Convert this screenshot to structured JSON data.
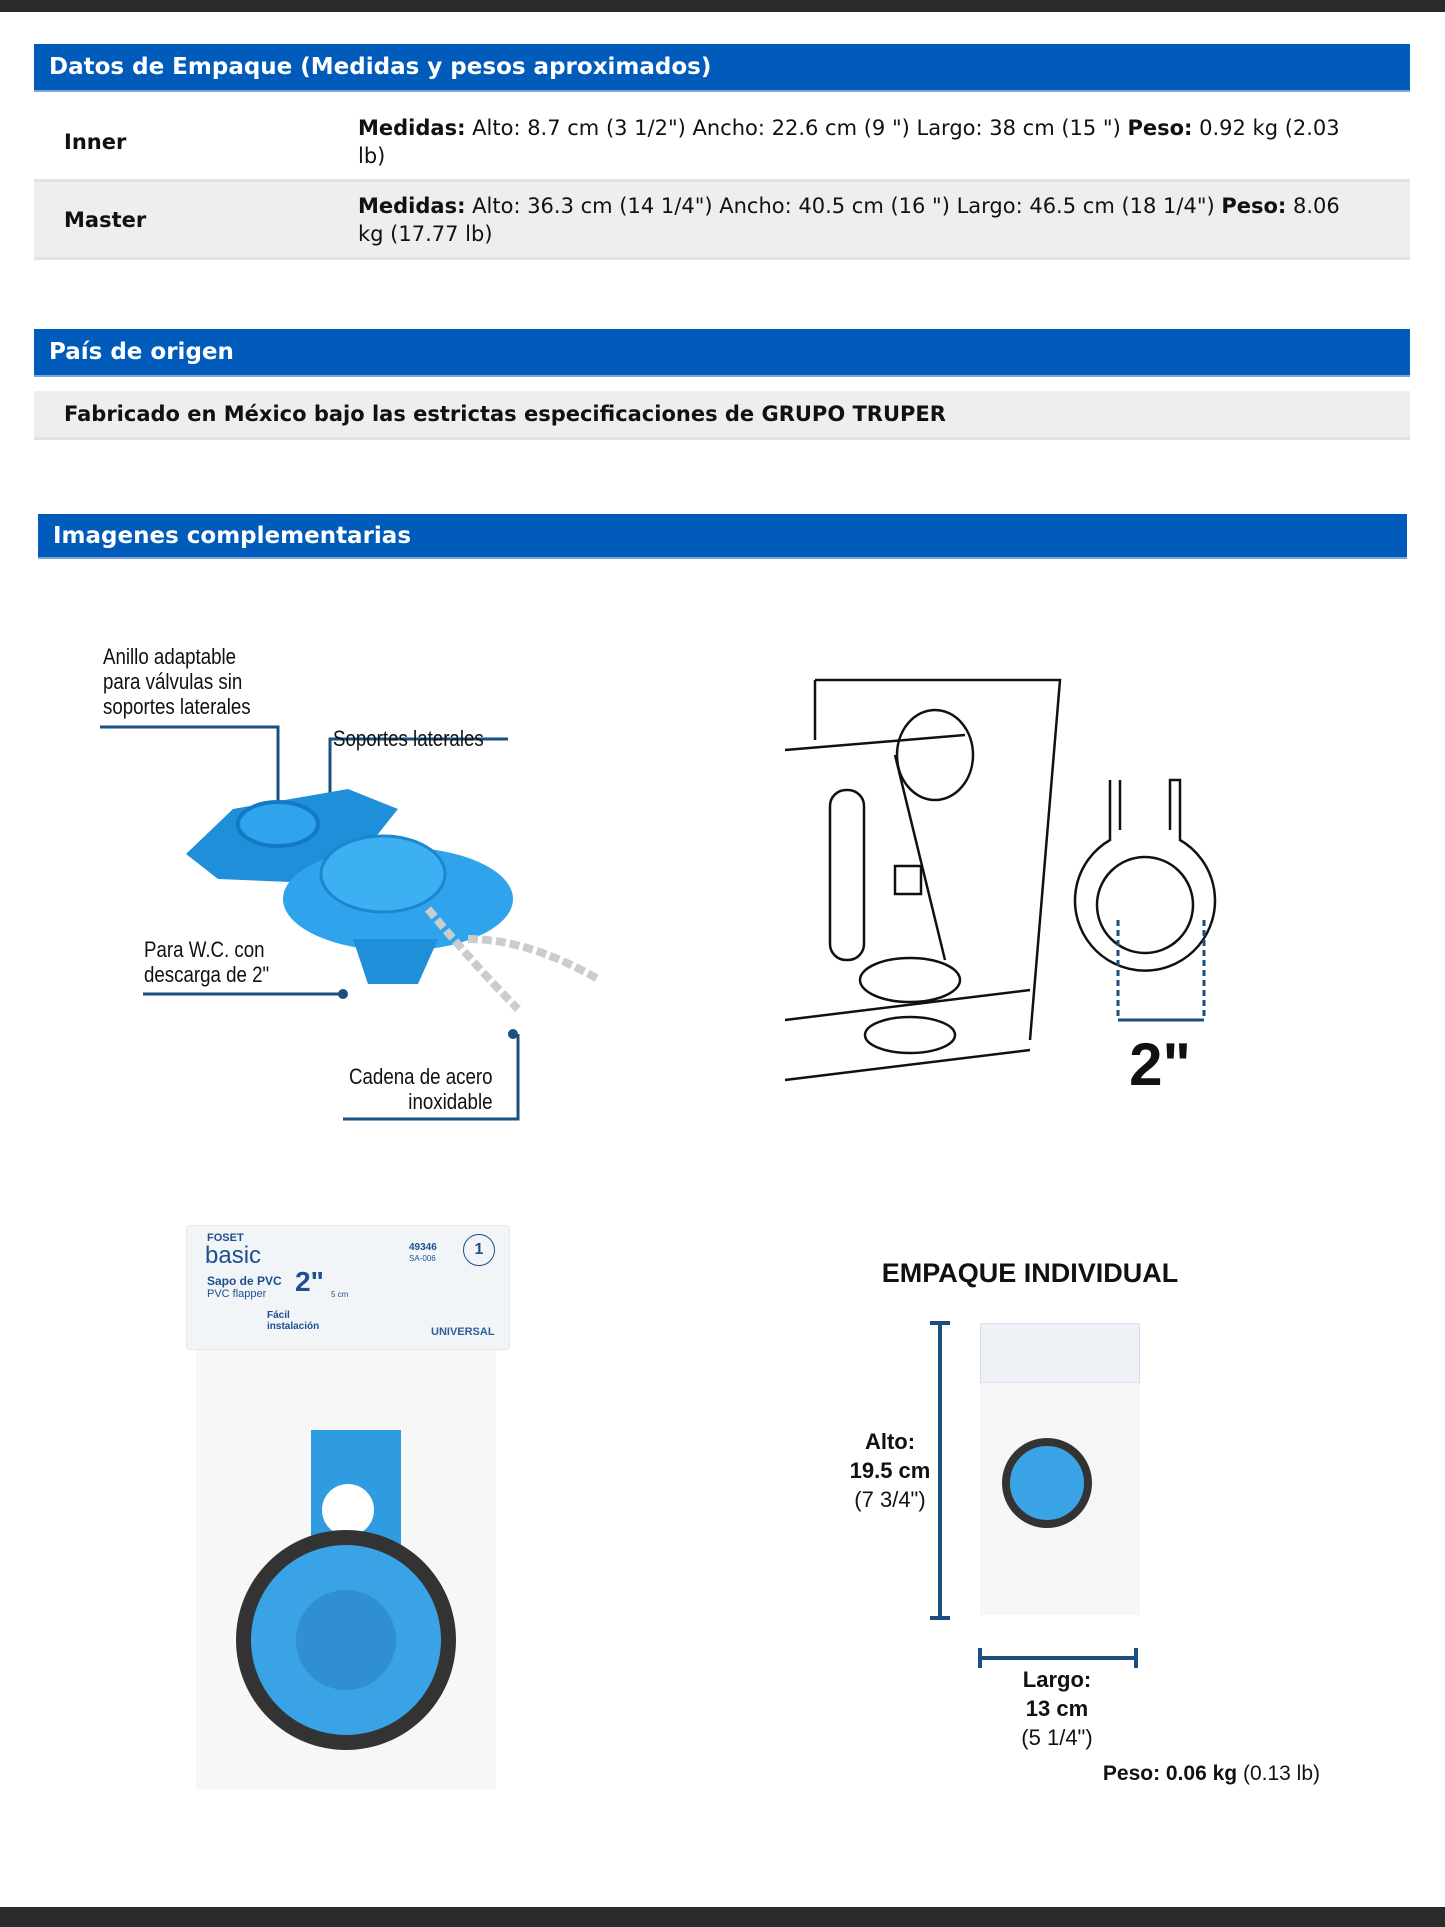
{
  "packaging": {
    "title": "Datos de Empaque (Medidas y pesos aproximados)",
    "rows": [
      {
        "name": "Inner",
        "medidas_label": "Medidas:",
        "medidas": " Alto: 8.7 cm (3 1/2\") Ancho: 22.6 cm (9 \") Largo: 38 cm (15 \") ",
        "peso_label": "Peso:",
        "peso": " 0.92 kg (2.03 lb)"
      },
      {
        "name": "Master",
        "medidas_label": "Medidas:",
        "medidas": " Alto: 36.3 cm (14 1/4\") Ancho: 40.5 cm (16 \") Largo: 46.5 cm (18 1/4\") ",
        "peso_label": "Peso:",
        "peso": " 8.06 kg (17.77 lb)"
      }
    ]
  },
  "origin": {
    "title": "País de origen",
    "text": "Fabricado en México bajo las estrictas especificaciones de GRUPO TRUPER"
  },
  "images": {
    "title": "Imagenes complementarias",
    "flapper": {
      "label_ring": "Anillo adaptable para válvulas sin soportes laterales",
      "label_supports": "Soportes laterales",
      "label_wc": "Para W.C. con descarga de 2\"",
      "label_chain": "Cadena de acero inoxidable"
    },
    "tank": {
      "size": "2\""
    },
    "package": {
      "brand": "FOSET",
      "line": "basic",
      "code": "49346",
      "sku": "SA-006",
      "name_es": "Sapo de PVC",
      "name_en": "PVC flapper",
      "size": "2\"",
      "size_cm": "5 cm",
      "easy": "Fácil instalación",
      "universal": "UNIVERSAL",
      "warranty": "1"
    },
    "individual": {
      "title": "EMPAQUE INDIVIDUAL",
      "alto_label": "Alto:",
      "alto": "19.5 cm",
      "alto_in": "(7 3/4\")",
      "largo_label": "Largo:",
      "largo": "13 cm",
      "largo_in": "(5 1/4\")",
      "peso_label": "Peso: 0.06 kg",
      "peso_lb": " (0.13 lb)"
    }
  },
  "colors": {
    "header": "#005bbb",
    "row_alt": "#eeeeee",
    "product_blue": "#2f9be0",
    "dim_line": "#1a4f80"
  }
}
